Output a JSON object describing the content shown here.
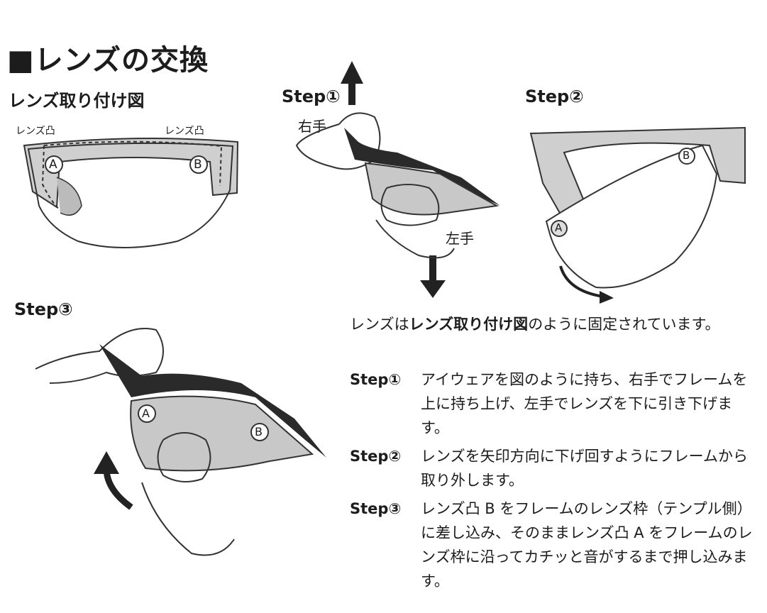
{
  "title": "■レンズの交換",
  "section_diagram": {
    "heading": "レンズ取り付け図",
    "left_label": "レンズ凸",
    "right_label": "レンズ凸",
    "marker_a": "A",
    "marker_b": "B"
  },
  "step1_figure": {
    "heading": "Step①",
    "right_hand": "右手",
    "left_hand": "左手"
  },
  "step2_figure": {
    "heading": "Step②",
    "marker_a": "A",
    "marker_b": "B"
  },
  "step3_figure": {
    "heading": "Step③",
    "marker_a": "A",
    "marker_b": "B"
  },
  "intro": {
    "before": "レンズは",
    "bold": "レンズ取り付け図",
    "after": "のように固定されています。"
  },
  "steps": [
    {
      "tag": "Step①",
      "text": "アイウェアを図のように持ち、右手でフレームを上に持ち上げ、左手でレンズを下に引き下げます。"
    },
    {
      "tag": "Step②",
      "text": "レンズを矢印方向に下げ回すようにフレームから取り外します。"
    },
    {
      "tag": "Step③",
      "text": "レンズ凸 B をフレームのレンズ枠（テンプル側）に差し込み、そのままレンズ凸 A をフレームのレンズ枠に沿ってカチッと音がするまで押し込みます。"
    }
  ]
}
